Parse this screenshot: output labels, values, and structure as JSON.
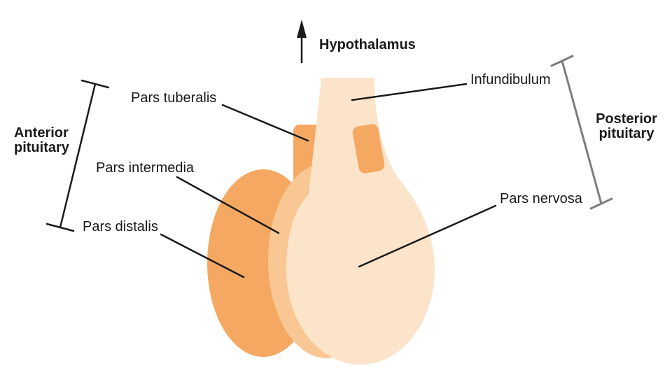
{
  "figure": {
    "description": "Pituitary gland anatomy diagram",
    "arrow_icon": "arrow-up-icon"
  },
  "labels": {
    "hypothalamus": "Hypothalamus",
    "pars_tuberalis": "Pars tuberalis",
    "pars_intermedia": "Pars intermedia",
    "pars_distalis": "Pars distalis",
    "infundibulum": "Infundibulum",
    "pars_nervosa": "Pars nervosa",
    "anterior_pituitary": {
      "line1": "Anterior",
      "line2": "pituitary"
    },
    "posterior_pituitary": {
      "line1": "Posterior",
      "line2": "pituitary"
    }
  },
  "colors": {
    "anterior_lobe_orange": "#F5A862",
    "pars_intermedia_orange": "#F9C794",
    "posterior_lobe_cream": "#FBE4CA",
    "line_black": "#1A1A1A",
    "bracket_gray": "#7D7D7D",
    "text": "#1A1A1A",
    "background": "#FFFFFF"
  }
}
